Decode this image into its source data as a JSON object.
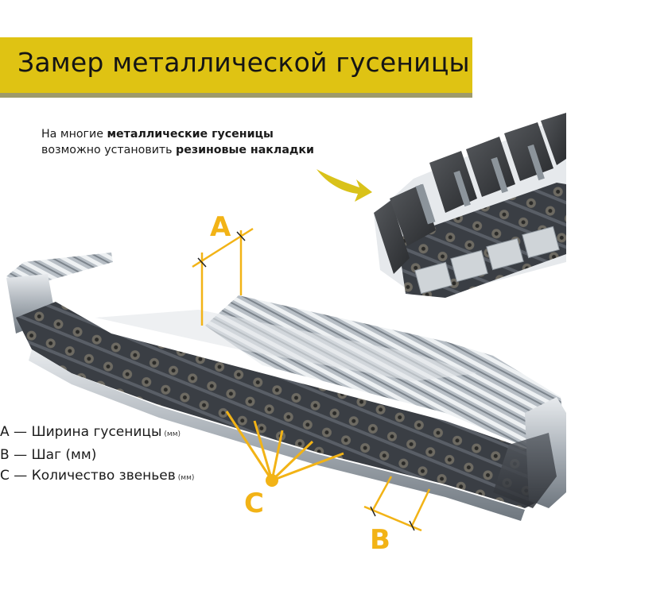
{
  "header": {
    "title": "Замер металлической гусеницы",
    "bar_color": "#dfc313"
  },
  "note": {
    "line1_regular": "На многие ",
    "line1_bold": "металлические гусеницы",
    "line2_regular": "возможно установить ",
    "line2_bold": "резиновые накладки"
  },
  "dimension_labels": {
    "a": "A",
    "b": "B",
    "c": "C",
    "color": "#f2b316"
  },
  "legend": {
    "items": [
      {
        "key": "A",
        "dash": " — ",
        "text": "Ширина гусеницы",
        "unit": "(мм)"
      },
      {
        "key": "B",
        "dash": " — ",
        "text": "Шаг (мм)",
        "unit": ""
      },
      {
        "key": "C",
        "dash": " — ",
        "text": "Количество звеньев",
        "unit": "(мм)"
      }
    ]
  },
  "illustrations": {
    "main": "metal-track-illustration",
    "inset": "rubber-pad-track-illustration"
  },
  "arrow_color": "#d9c21a"
}
